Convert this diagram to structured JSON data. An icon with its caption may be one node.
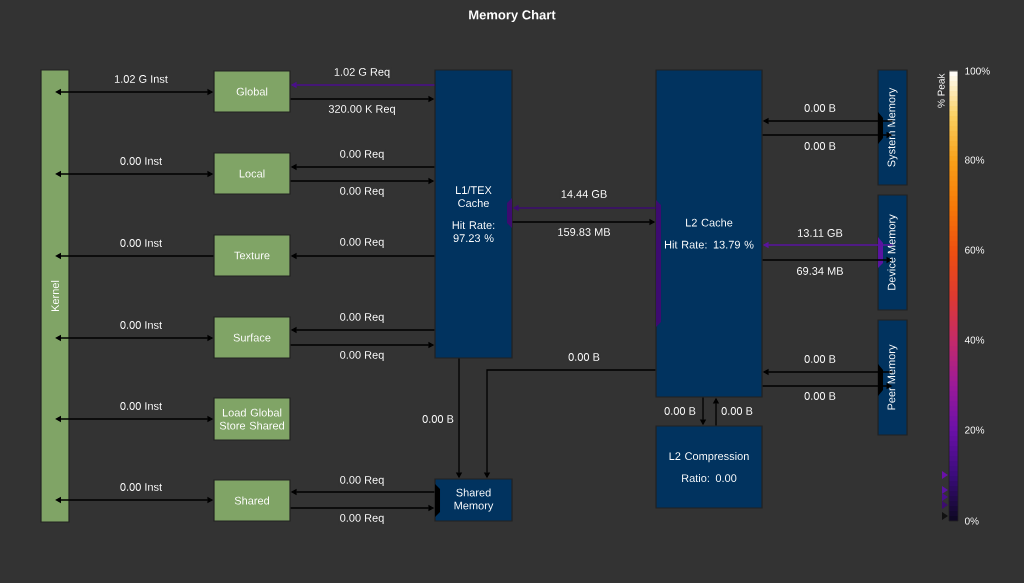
{
  "diagram": {
    "title": "Memory Chart",
    "nodes": [
      {
        "text": [
          "Kernel"
        ]
      },
      {
        "text": [
          "Global"
        ]
      },
      {
        "text": [
          "Local"
        ]
      },
      {
        "text": [
          "Texture"
        ]
      },
      {
        "text": [
          "Surface"
        ]
      },
      {
        "text": [
          "Load Global Store Shared"
        ]
      },
      {
        "text": [
          "Shared"
        ]
      },
      {
        "text": [
          "L1/TEX Cache",
          "Hit Rate: 97.23 %"
        ]
      },
      {
        "text": [
          "Shared Memory"
        ]
      },
      {
        "text": [
          "L2 Cache",
          "Hit Rate: 13.79 %"
        ]
      },
      {
        "text": [
          "L2 Compression",
          "Ratio: 0.00"
        ]
      },
      {
        "text": [
          "System Memory"
        ]
      },
      {
        "text": [
          "Device Memory"
        ]
      },
      {
        "text": [
          "Peer Memory"
        ]
      }
    ],
    "edges": [
      {
        "from": 0,
        "to": 1,
        "arrow": "both",
        "label": "1.02 G Inst"
      },
      {
        "from": 0,
        "to": 2,
        "arrow": "both",
        "label": "0.00 Inst"
      },
      {
        "from": 3,
        "to": 0,
        "arrow": "to",
        "label": "0.00 Inst"
      },
      {
        "from": 0,
        "to": 4,
        "arrow": "both",
        "label": "0.00 Inst"
      },
      {
        "from": 0,
        "to": 5,
        "arrow": "both",
        "label": "0.00 Inst"
      },
      {
        "from": 0,
        "to": 6,
        "arrow": "both",
        "label": "0.00 Inst"
      },
      {
        "from": 7,
        "to": 1,
        "arrow": "to",
        "label": "1.02 G Req",
        "color": "#4b0f8c"
      },
      {
        "from": 1,
        "to": 7,
        "arrow": "to",
        "label": "320.00 K Req"
      },
      {
        "from": 7,
        "to": 2,
        "arrow": "to",
        "label": "0.00 Req"
      },
      {
        "from": 2,
        "to": 7,
        "arrow": "to",
        "label": "0.00 Req"
      },
      {
        "from": 7,
        "to": 3,
        "arrow": "to",
        "label": "0.00 Req"
      },
      {
        "from": 7,
        "to": 4,
        "arrow": "to",
        "label": "0.00 Req"
      },
      {
        "from": 4,
        "to": 7,
        "arrow": "to",
        "label": "0.00 Req"
      },
      {
        "from": 8,
        "to": 6,
        "arrow": "to",
        "label": "0.00 Req"
      },
      {
        "from": 6,
        "to": 8,
        "arrow": "to",
        "label": "0.00 Req"
      },
      {
        "from": 9,
        "to": 7,
        "arrow": "to",
        "label": "14.44 GB",
        "color": "#3d0c70"
      },
      {
        "from": 7,
        "to": 9,
        "arrow": "to",
        "label": "159.83 MB"
      },
      {
        "from": 7,
        "to": 8,
        "arrow": "to",
        "label": "0.00 B"
      },
      {
        "from": 9,
        "to": 8,
        "arrow": "to",
        "label": "0.00 B"
      },
      {
        "from": 11,
        "to": 9,
        "arrow": "to",
        "label": "0.00 B"
      },
      {
        "from": 9,
        "to": 11,
        "arrow": "to",
        "label": "0.00 B"
      },
      {
        "from": 12,
        "to": 9,
        "arrow": "to",
        "label": "13.11 GB",
        "color": "#5a14a0"
      },
      {
        "from": 9,
        "to": 12,
        "arrow": "to",
        "label": "69.34 MB"
      },
      {
        "from": 13,
        "to": 9,
        "arrow": "to",
        "label": "0.00 B"
      },
      {
        "from": 9,
        "to": 13,
        "arrow": "to",
        "label": "0.00 B"
      },
      {
        "from": 9,
        "to": 10,
        "arrow": "to",
        "label": "0.00 B"
      },
      {
        "from": 10,
        "to": 9,
        "arrow": "to",
        "label": "0.00 B"
      }
    ],
    "labels": [
      "% Peak",
      "100%",
      "80%",
      "60%",
      "40%",
      "20%",
      "0%"
    ]
  }
}
